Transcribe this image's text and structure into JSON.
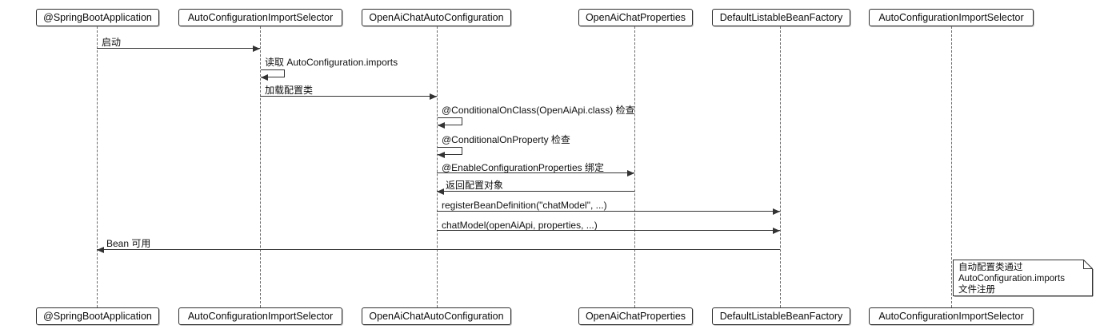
{
  "diagram": {
    "type": "sequence",
    "participants": [
      {
        "id": "spring-boot-application",
        "label": "@SpringBootApplication"
      },
      {
        "id": "auto-configuration-import-selector",
        "label": "AutoConfigurationImportSelector"
      },
      {
        "id": "open-ai-chat-auto-configuration",
        "label": "OpenAiChatAutoConfiguration"
      },
      {
        "id": "open-ai-chat-properties",
        "label": "OpenAiChatProperties"
      },
      {
        "id": "default-listable-bean-factory",
        "label": "DefaultListableBeanFactory"
      },
      {
        "id": "auto-configuration-import-selector-2",
        "label": "AutoConfigurationImportSelector"
      }
    ],
    "messages": [
      {
        "label": "启动",
        "from": "@SpringBootApplication",
        "to": "AutoConfigurationImportSelector",
        "kind": "call"
      },
      {
        "label": "读取 AutoConfiguration.imports",
        "from": "AutoConfigurationImportSelector",
        "to": "AutoConfigurationImportSelector",
        "kind": "self"
      },
      {
        "label": "加载配置类",
        "from": "AutoConfigurationImportSelector",
        "to": "OpenAiChatAutoConfiguration",
        "kind": "call"
      },
      {
        "label": "@ConditionalOnClass(OpenAiApi.class) 检查",
        "from": "OpenAiChatAutoConfiguration",
        "to": "OpenAiChatAutoConfiguration",
        "kind": "self"
      },
      {
        "label": "@ConditionalOnProperty 检查",
        "from": "OpenAiChatAutoConfiguration",
        "to": "OpenAiChatAutoConfiguration",
        "kind": "self"
      },
      {
        "label": "@EnableConfigurationProperties 绑定",
        "from": "OpenAiChatAutoConfiguration",
        "to": "OpenAiChatProperties",
        "kind": "call"
      },
      {
        "label": "返回配置对象",
        "from": "OpenAiChatProperties",
        "to": "OpenAiChatAutoConfiguration",
        "kind": "return"
      },
      {
        "label": "registerBeanDefinition(\"chatModel\", ...)",
        "from": "OpenAiChatAutoConfiguration",
        "to": "DefaultListableBeanFactory",
        "kind": "call"
      },
      {
        "label": "chatModel(openAiApi, properties, ...)",
        "from": "OpenAiChatAutoConfiguration",
        "to": "DefaultListableBeanFactory",
        "kind": "call"
      },
      {
        "label": "Bean 可用",
        "from": "DefaultListableBeanFactory",
        "to": "@SpringBootApplication",
        "kind": "return"
      }
    ],
    "note": {
      "attached_to": "AutoConfigurationImportSelector",
      "lines": [
        "自动配置类通过",
        "AutoConfiguration.imports",
        "文件注册"
      ]
    },
    "colors": {
      "background": "#ffffff",
      "box_fill": "#ffffff",
      "box_border": "#2f2f2f",
      "message_line": "#333333",
      "lifeline": "#6b6b6b",
      "text": "#101010"
    }
  }
}
